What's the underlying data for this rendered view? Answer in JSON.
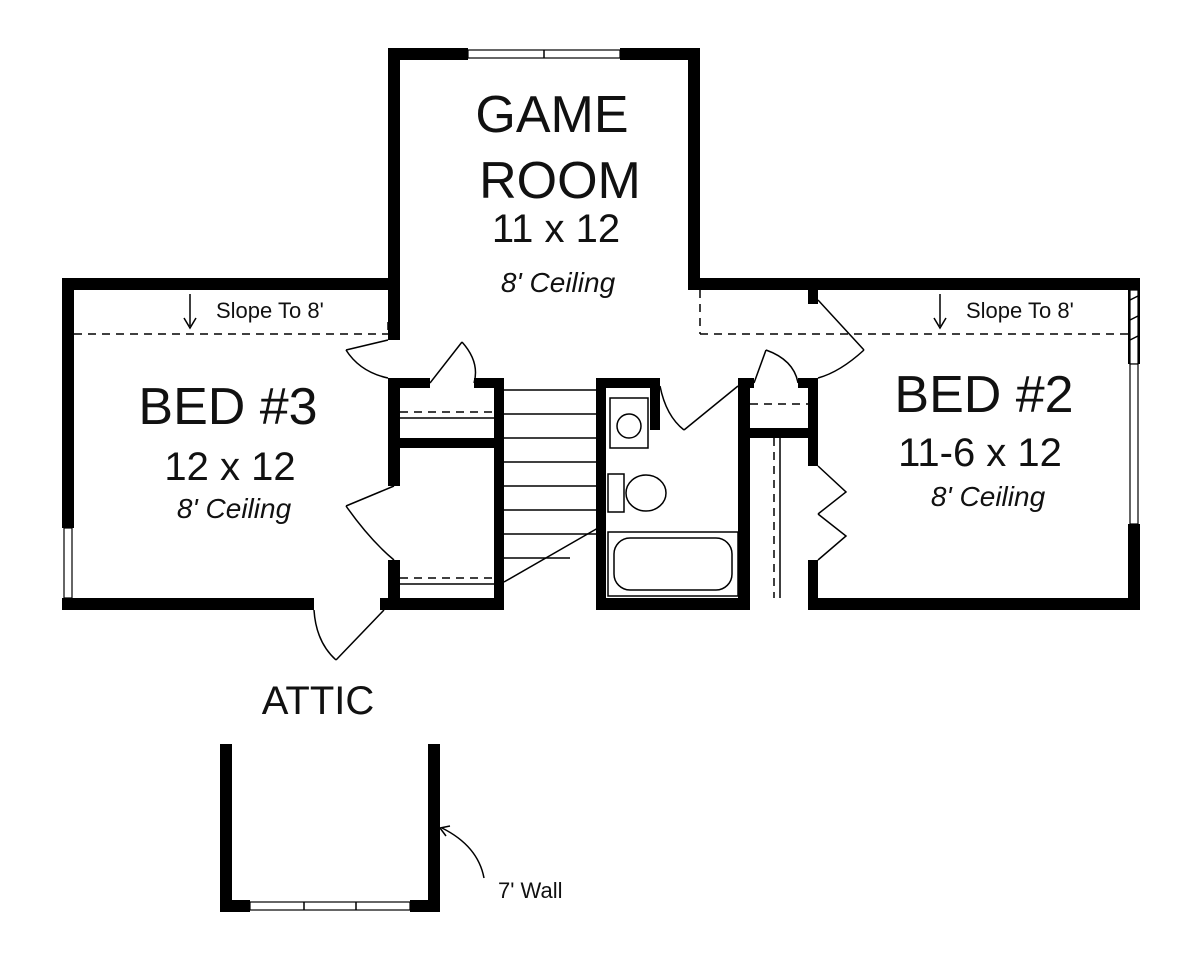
{
  "rooms": {
    "game": {
      "name_line1": "GAME",
      "name_line2": "ROOM",
      "size": "11 x 12",
      "ceiling": "8' Ceiling"
    },
    "bed3": {
      "name": "BED #3",
      "size": "12 x 12",
      "ceiling": "8' Ceiling"
    },
    "bed2": {
      "name": "BED #2",
      "size": "11-6 x 12",
      "ceiling": "8' Ceiling"
    },
    "attic": {
      "name": "ATTIC"
    }
  },
  "notes": {
    "slope_left": "Slope To 8'",
    "slope_right": "Slope To 8'",
    "wall_height": "7' Wall"
  }
}
